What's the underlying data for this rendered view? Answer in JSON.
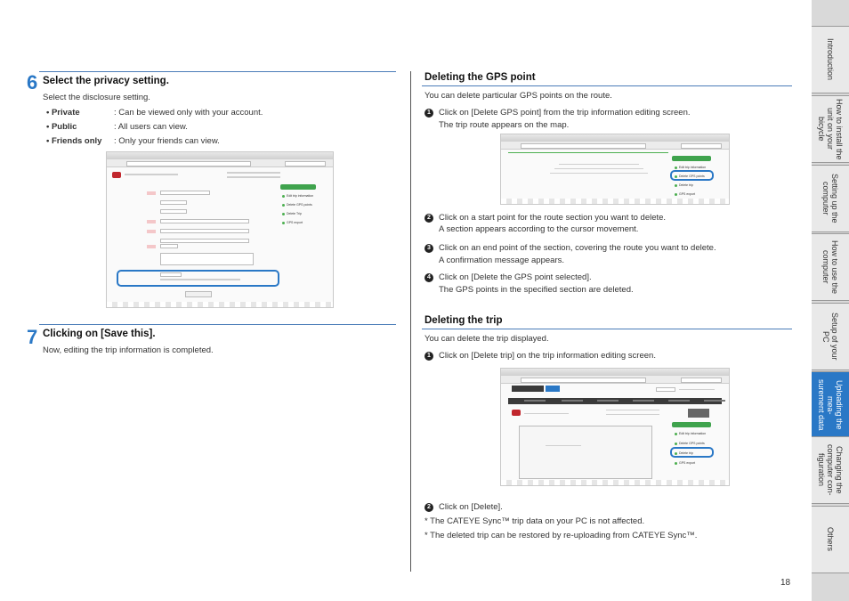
{
  "left": {
    "step6": {
      "num": "6",
      "title": "Select the privacy setting.",
      "desc": "Select the disclosure setting.",
      "items": [
        {
          "term": "• Private",
          "desc": ": Can be viewed only with your account."
        },
        {
          "term": "• Public",
          "desc": ": All users can view."
        },
        {
          "term": "• Friends only",
          "desc": ": Only your friends can view."
        }
      ]
    },
    "step7": {
      "num": "7",
      "title": "Clicking on [Save this].",
      "desc": "Now, editing the trip information is completed."
    }
  },
  "right": {
    "gps": {
      "title": "Deleting the GPS point",
      "intro": "You can delete particular GPS points on the route.",
      "steps": [
        {
          "n": "1",
          "lines": [
            "Click on [Delete GPS point] from the trip information editing screen.",
            "The trip route appears on the map."
          ]
        },
        {
          "n": "2",
          "lines": [
            "Click on a start point for the route section you want to delete.",
            "A section appears according to the cursor movement."
          ]
        },
        {
          "n": "3",
          "lines": [
            "Click on an end point of the section, covering the route you want to delete.",
            "A confirmation message appears."
          ]
        },
        {
          "n": "4",
          "lines": [
            "Click on [Delete the GPS point selected].",
            "The GPS points in the specified section are deleted."
          ]
        }
      ]
    },
    "trip": {
      "title": "Deleting the trip",
      "intro": "You can delete the trip displayed.",
      "step1": {
        "n": "1",
        "text": "Click on [Delete trip] on the trip information editing screen."
      },
      "step2": {
        "n": "2",
        "text": "Click on [Delete]."
      },
      "note1": "* The CATEYE Sync™ trip data on your PC is not affected.",
      "note2": "* The deleted trip can be restored by re-uploading from CATEYE Sync™."
    }
  },
  "sidetabs": [
    {
      "label": "Introduction",
      "active": false
    },
    {
      "label": "How to install the\nunit on your bicycle",
      "active": false
    },
    {
      "label": "Setting up the\ncomputer",
      "active": false
    },
    {
      "label": "How to use the\ncomputer",
      "active": false
    },
    {
      "label": "Setup of your\nPC",
      "active": false
    },
    {
      "label": "Uploading the mea-\nsurement data",
      "active": true
    },
    {
      "label": "Changing the\ncomputer con-\nfiguration",
      "active": false
    },
    {
      "label": "Others",
      "active": false
    }
  ],
  "page_number": "18",
  "colors": {
    "accent": "#2a78c6",
    "rule": "#4a7cb8"
  }
}
